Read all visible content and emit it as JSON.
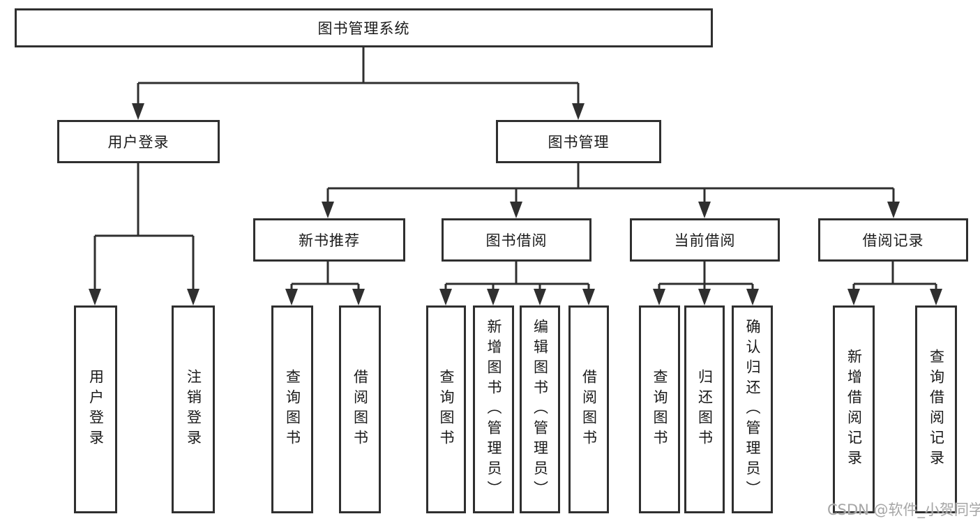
{
  "colors": {
    "line": "#2f2f2f",
    "box_border": "#2f2f2f",
    "text": "#1a1a1a",
    "background": "#ffffff",
    "watermark": "#a6a6a6"
  },
  "watermark": {
    "text": "CSDN @软件_小贺同学"
  },
  "tree": {
    "label": "图书管理系统",
    "children": [
      {
        "label": "用户登录",
        "children": [
          {
            "label": "用户登录"
          },
          {
            "label": "注销登录"
          }
        ]
      },
      {
        "label": "图书管理",
        "children": [
          {
            "label": "新书推荐",
            "children": [
              {
                "label": "查询图书"
              },
              {
                "label": "借阅图书"
              }
            ]
          },
          {
            "label": "图书借阅",
            "children": [
              {
                "label": "查询图书"
              },
              {
                "label": "新增图书（管理员）"
              },
              {
                "label": "编辑图书（管理员）"
              },
              {
                "label": "借阅图书"
              }
            ]
          },
          {
            "label": "当前借阅",
            "children": [
              {
                "label": "查询图书"
              },
              {
                "label": "归还图书"
              },
              {
                "label": "确认归还（管理员）"
              }
            ]
          },
          {
            "label": "借阅记录",
            "children": [
              {
                "label": "新增借阅记录"
              },
              {
                "label": "查询借阅记录"
              }
            ]
          }
        ]
      }
    ]
  }
}
